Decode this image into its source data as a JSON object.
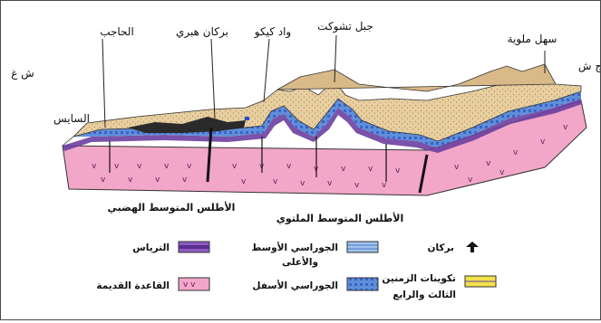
{
  "labels": {
    "sahl_malwiya": "سهل ملوية",
    "jbel_tchoukt": "جبل تشوكت",
    "wad_kiko": "واد كيكو",
    "burkan_habri": "بركان هبري",
    "al_hajib": "الحاجب",
    "al_sayis": "السايس",
    "compass_left": "ش غ",
    "compass_right": "ج ش"
  },
  "regions": {
    "plateau_atlas": "الأطلس المتوسط الهضبي",
    "folded_atlas": "الأطلس المتوسط الملتوي"
  },
  "legend": [
    {
      "id": "volcano",
      "label": "بركان"
    },
    {
      "id": "middle_upper_jurassic",
      "label_line1": "الجوراسي الأوسط",
      "label_line2": "والأعلى"
    },
    {
      "id": "triassic",
      "label": "الترياس"
    },
    {
      "id": "tertiary_quaternary",
      "label_line1": "تكوينات الزمنين",
      "label_line2": "الثالث والرابع"
    },
    {
      "id": "lower_jurassic",
      "label": "الجوراسي الأسفل"
    },
    {
      "id": "ancient_base",
      "label": "القاعدة القديمة"
    }
  ],
  "colors": {
    "base_pink": "#f3a7c8",
    "triassic_purple": "#6b3fa0",
    "jurassic_blue": "#3a63c9",
    "lower_jurassic": "#7aa6e6",
    "tertiary_yellow": "#f2e24a",
    "surface_tan": "#e8cfa1"
  }
}
